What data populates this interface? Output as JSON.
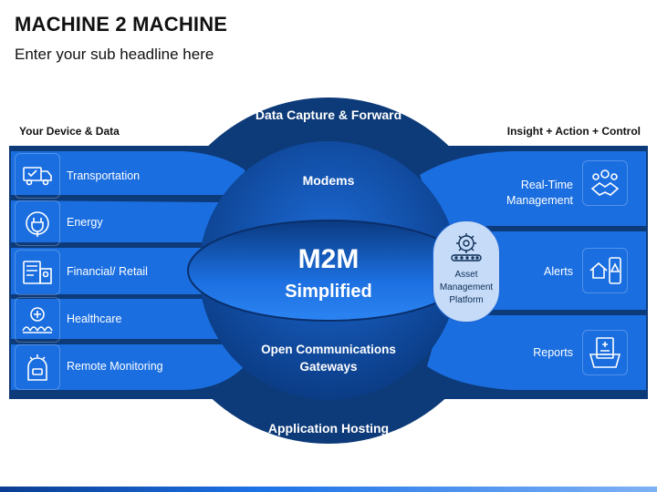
{
  "header": {
    "title": "MACHINE 2 MACHINE",
    "subtitle": "Enter your sub headline here"
  },
  "columns": {
    "left_title": "Your Device & Data",
    "right_title": "Insight + Action + Control"
  },
  "left_items": [
    {
      "label": "Transportation",
      "icon": "delivery-truck-icon"
    },
    {
      "label": "Energy",
      "icon": "electric-plug-icon"
    },
    {
      "label": "Financial/ Retail",
      "icon": "cash-register-icon"
    },
    {
      "label": "Healthcare",
      "icon": "healthcare-building-icon"
    },
    {
      "label": "Remote Monitoring",
      "icon": "remote-sensor-icon"
    }
  ],
  "right_items": [
    {
      "label_line1": "Real-Time",
      "label_line2": "Management",
      "icon": "handshake-team-icon"
    },
    {
      "label_line1": "Alerts",
      "label_line2": "",
      "icon": "home-phone-alert-icon"
    },
    {
      "label_line1": "Reports",
      "label_line2": "",
      "icon": "report-folder-icon"
    }
  ],
  "center": {
    "top_label": "Data Capture & Forward",
    "modems": "Modems",
    "main_title": "M2M",
    "main_subtitle": "Simplified",
    "gateways_line1": "Open Communications",
    "gateways_line2": "Gateways",
    "bottom_label": "Application Hosting"
  },
  "platform": {
    "line1": "Asset",
    "line2": "Management",
    "line3": "Platform",
    "icon": "gear-conveyor-icon"
  },
  "colors": {
    "navy": "#0d3a78",
    "blue": "#1a6ee0",
    "sphere": "#0f4a9c",
    "light": "#c5dbf7"
  }
}
